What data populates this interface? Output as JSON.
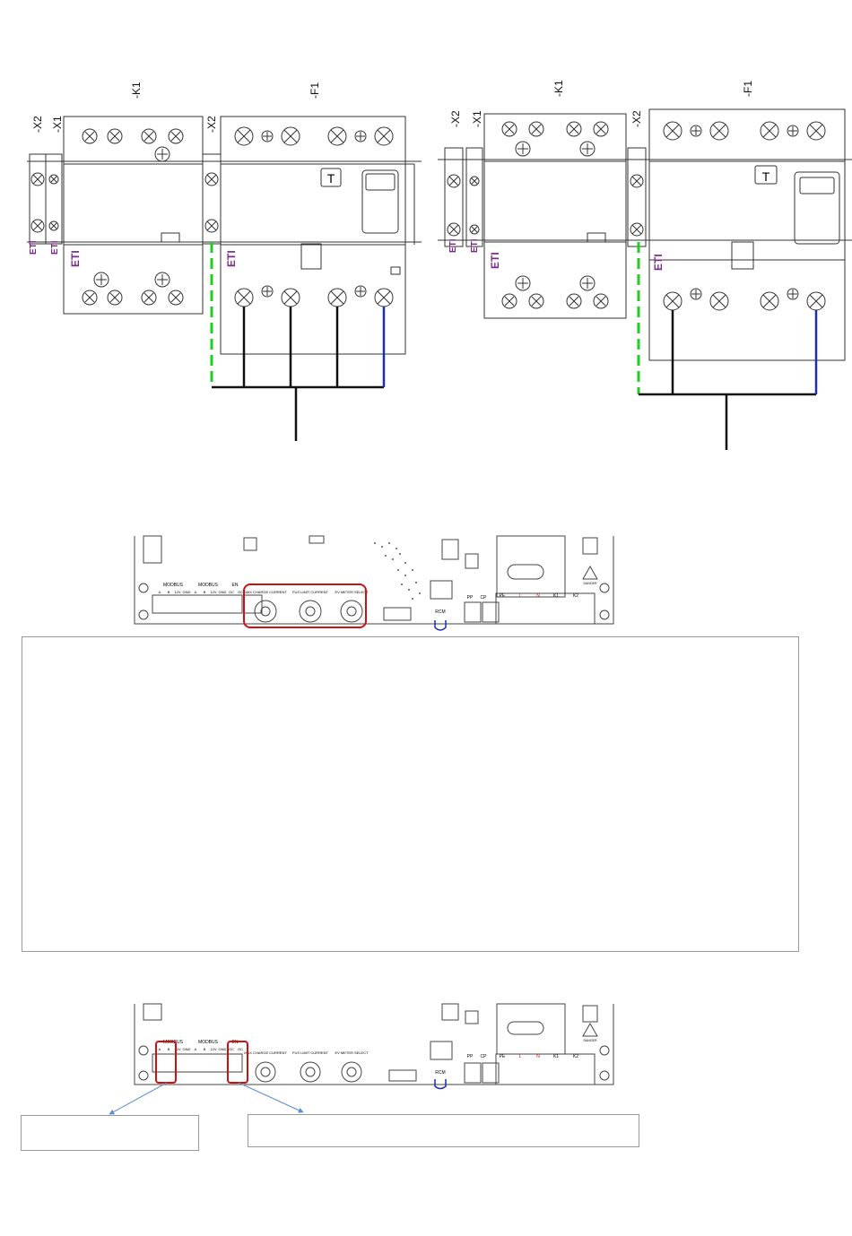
{
  "diagram_left": {
    "labels": {
      "x2_left": "-X2",
      "x1": "-X1",
      "k1": "-K1",
      "x2_mid": "-X2",
      "f1": "-F1"
    },
    "test_button": "T",
    "brand": "ETI"
  },
  "diagram_right": {
    "labels": {
      "x2_left": "-X2",
      "x1": "-X1",
      "k1": "-K1",
      "x2_mid": "-X2",
      "f1": "-F1"
    },
    "test_button": "T",
    "brand": "ETI"
  },
  "board_top": {
    "groups": [
      "MODBUS",
      "MODBUS",
      "EN"
    ],
    "pins": [
      "A",
      "B",
      "12V",
      "GND",
      "A",
      "B",
      "12V",
      "GND",
      "OC",
      "OC"
    ],
    "dials": [
      "MAX CHARGE CURRENT",
      "FUS LIMIT CURRENT",
      "EV METER SELECT"
    ],
    "rcm": "RCM",
    "pp_cp": [
      "PP",
      "CP"
    ],
    "power_terms": [
      "PE",
      "L",
      "N",
      "K1",
      "K2"
    ],
    "warning": "DANGER"
  },
  "board_bottom": {
    "groups": [
      "MODBUS",
      "MODBUS",
      "EN"
    ],
    "pins": [
      "A",
      "B",
      "12V",
      "GND",
      "A",
      "B",
      "12V",
      "GND",
      "OC",
      "OC"
    ],
    "dials": [
      "MAX CHARGE CURRENT",
      "FUS LIMIT CURRENT",
      "EV METER SELECT"
    ],
    "rcm": "RCM",
    "pp_cp": [
      "PP",
      "CP"
    ],
    "power_terms": [
      "PE",
      "L",
      "N",
      "K1",
      "K2"
    ],
    "warning": "DANGER"
  },
  "colors": {
    "pe_wire": "#22cc22",
    "neutral_wire": "#1a2fb0",
    "line_wire": "#111111",
    "highlight": "#cc1111",
    "arrow": "#5b8fd0"
  }
}
